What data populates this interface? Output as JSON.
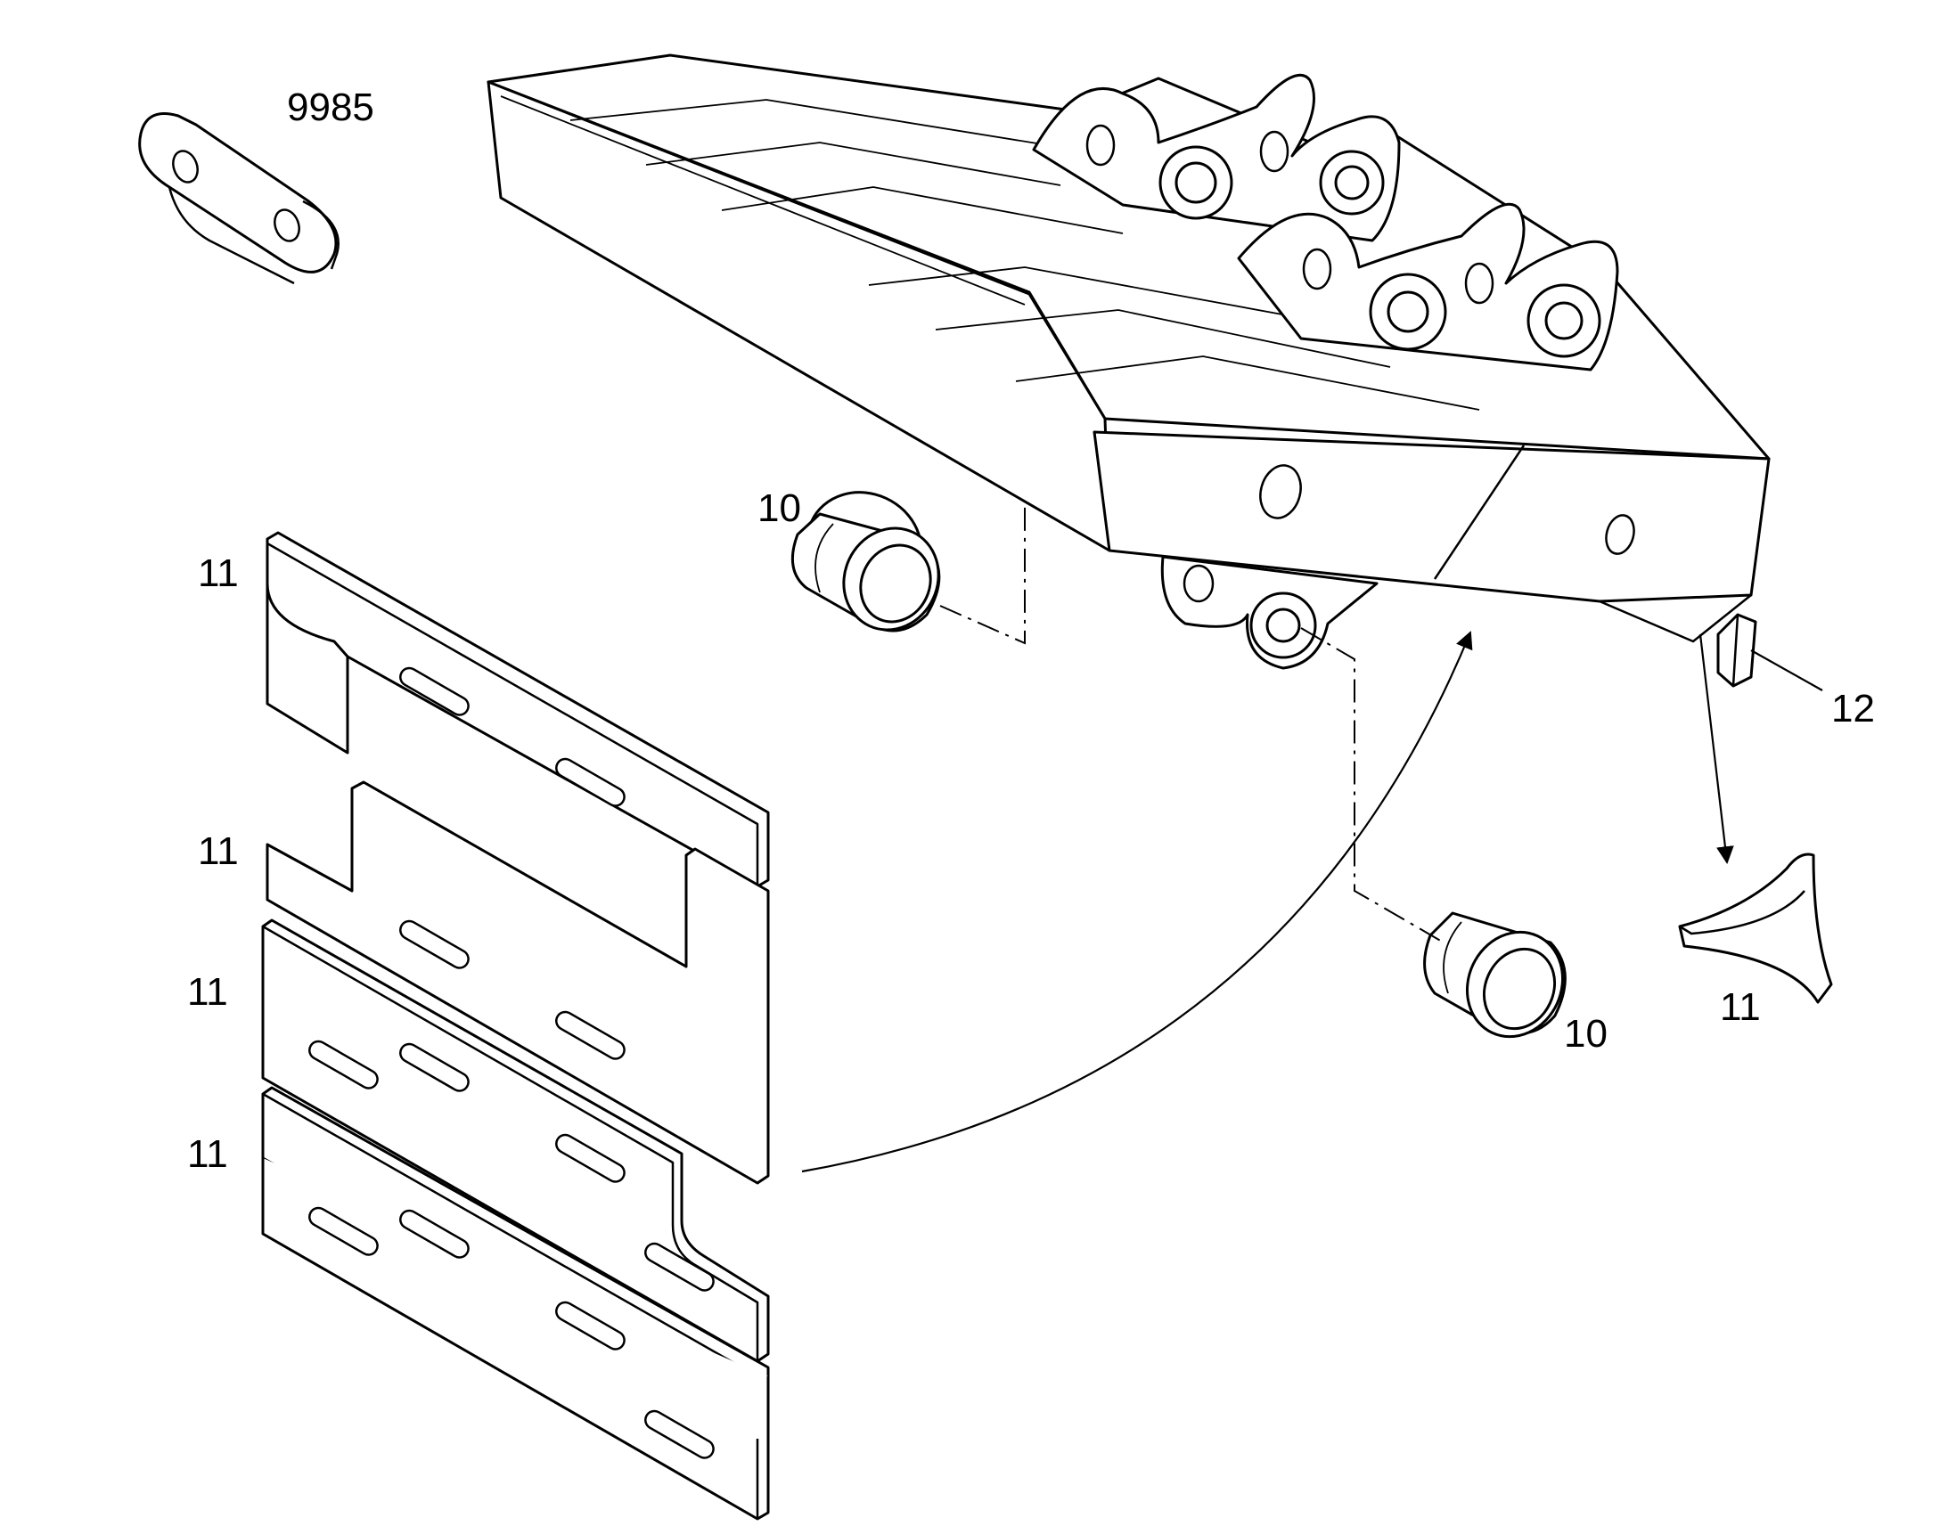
{
  "diagram": {
    "callouts": {
      "part_9985": "9985",
      "bushing_upper": "10",
      "bushing_lower": "10",
      "wear_plate_1": "11",
      "wear_plate_2": "11",
      "wear_plate_3": "11",
      "wear_plate_4": "11",
      "side_cutter": "11",
      "tooth_adapter": "12"
    },
    "line_color": "#000000",
    "background_color": "#ffffff"
  }
}
